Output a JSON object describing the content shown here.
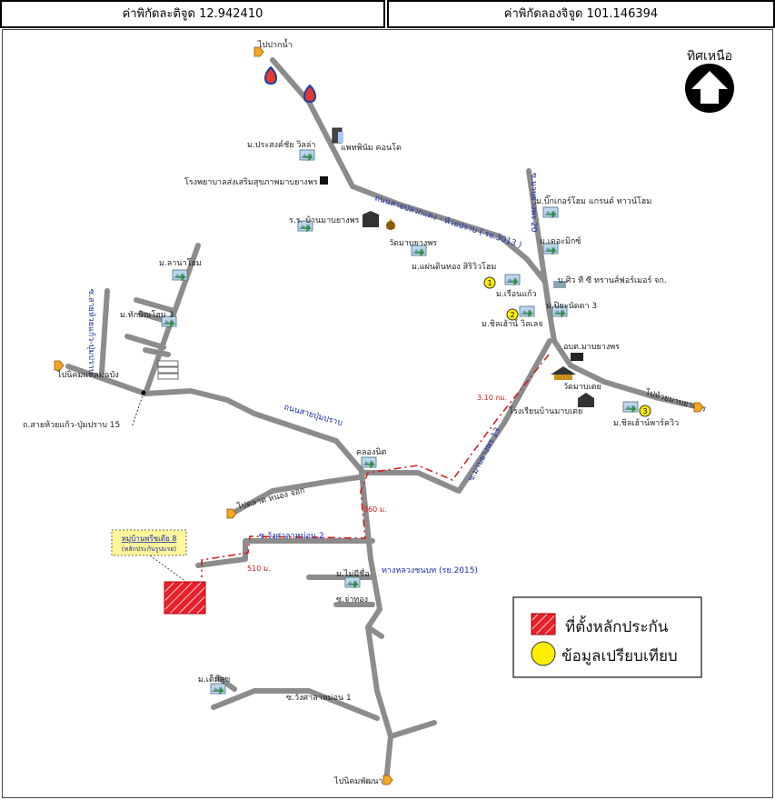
{
  "coords": {
    "latitude": "ค่าพิกัดละติจูด 12.942410",
    "longitude": "ค่าพิกัดลองจิจูด 101.146394"
  },
  "north": {
    "label": "ทิศเหนือ"
  },
  "legend": {
    "collateral": "ที่ตั้งหลักประกัน",
    "comparison": "ข้อมูลเปรียบเทียบ"
  },
  "subject": {
    "label_line1": "หมู่บ้านพรีชเดีย 8",
    "label_line2": "(หลักประกันรูปแรย)"
  },
  "roads": {
    "to_pak_nam": "ไปปากน้ำ",
    "route_3013": "ถนนสายปลวกแดง - ห้วยปราบ ( รย.3013 )",
    "soi_mab_yang_phon_20": "ซ.มาบยางพร 20",
    "to_nong_sa_khla": "ไปห้วยมาบยางพร",
    "to_khao_mai_kaeo": "ไปนิคมแหลมฉบัง",
    "soi_huay_kaeo": "ซ.สายห้วยแก้ว-ปุ่มปราบ",
    "soi_huay_kaeo_15": "ถ.สายห้วยแก้ว-ปุ่มปราบ 15",
    "road_pum_prab": "ถนนสายปุ่มปราบ",
    "soi_mab_yang_phon_13": "ซ.มาบยางพร 13",
    "to_map_ta_phut": "ไปตลาด หนอง จอก",
    "soi_wang_kham_2": "ซ.วังศาลาหม่อน 2",
    "route_2015": "ทางหลวงชนบท (รย.2015)",
    "soi_wang_kham_1": "ซ.วังศาลาหม่อน 1",
    "to_nikom_phatthana": "ไปนิคมพัฒนา"
  },
  "distances": {
    "d1": "3.10 กม.",
    "d2": "360 ม.",
    "d3": "510 ม."
  },
  "places": {
    "mb_prasat_chai": "ม.ประสงค์ชัย วิลล่า",
    "phatthanikom_condo": "แพทพินัม คอนโด",
    "hospital": "โรงพยาบาลส่งเสริมสุขภาพมาบยางพร",
    "school_mab_yang_phon": "ร.ร. บ้านมาบยางพร",
    "wat_mab_yang_phon": "วัดมาบยางพร",
    "mb_baan_rim_thong": "ม.แผ่นดินทอง สิริวิวโฮม",
    "mb_regent_home": "ม.บิ๊กเกอร์โฮม แกรนด์ ทาวน์โฮม",
    "mb_the_mix": "ม.เดอะมิกซ์",
    "mb_rueankaeo": "ม.เรือนแก้ว",
    "company": "บ.ศิว ที ซี ทรานส์ฟอร์เมอร์ จก.",
    "mb_piyanatda": "ม.ปิยะนัดดา 3",
    "mb_sirinda": "ม.ชิลเฮ้าน์ วิลเลจ",
    "tambon_office": "อบต.มาบยางพร",
    "wat_mab_toei": "วัดมาบเตย",
    "school_mab_toei": "โรงเรียนบ้านมาบเตย",
    "mb_sri_charoen": "ม.ชิลเฮ้าน์พาร์ควิว",
    "mb_lanna_home": "ม.ลานาโฮม",
    "mb_rak_dee_home": "ม.ทักษิณโฮม 3",
    "khlong_nit": "คลองนิต",
    "mb_mai_mee_chue": "ม.ไม่มีชื่อ",
    "soi_cha_thong": "ซ.จ่าทอง",
    "mb_tem_sook": "ม.เต็มสุข"
  },
  "markers": {
    "m1": "1",
    "m2": "2",
    "m3": "3"
  },
  "colors": {
    "road": "#8c8c8c",
    "route": "#d62020",
    "road_label": "#1a2fa8",
    "subject_fill": "#e8202a",
    "marker": "#ffee00",
    "label_box": "#fff59a",
    "house_icon": "#2f8f3a"
  }
}
